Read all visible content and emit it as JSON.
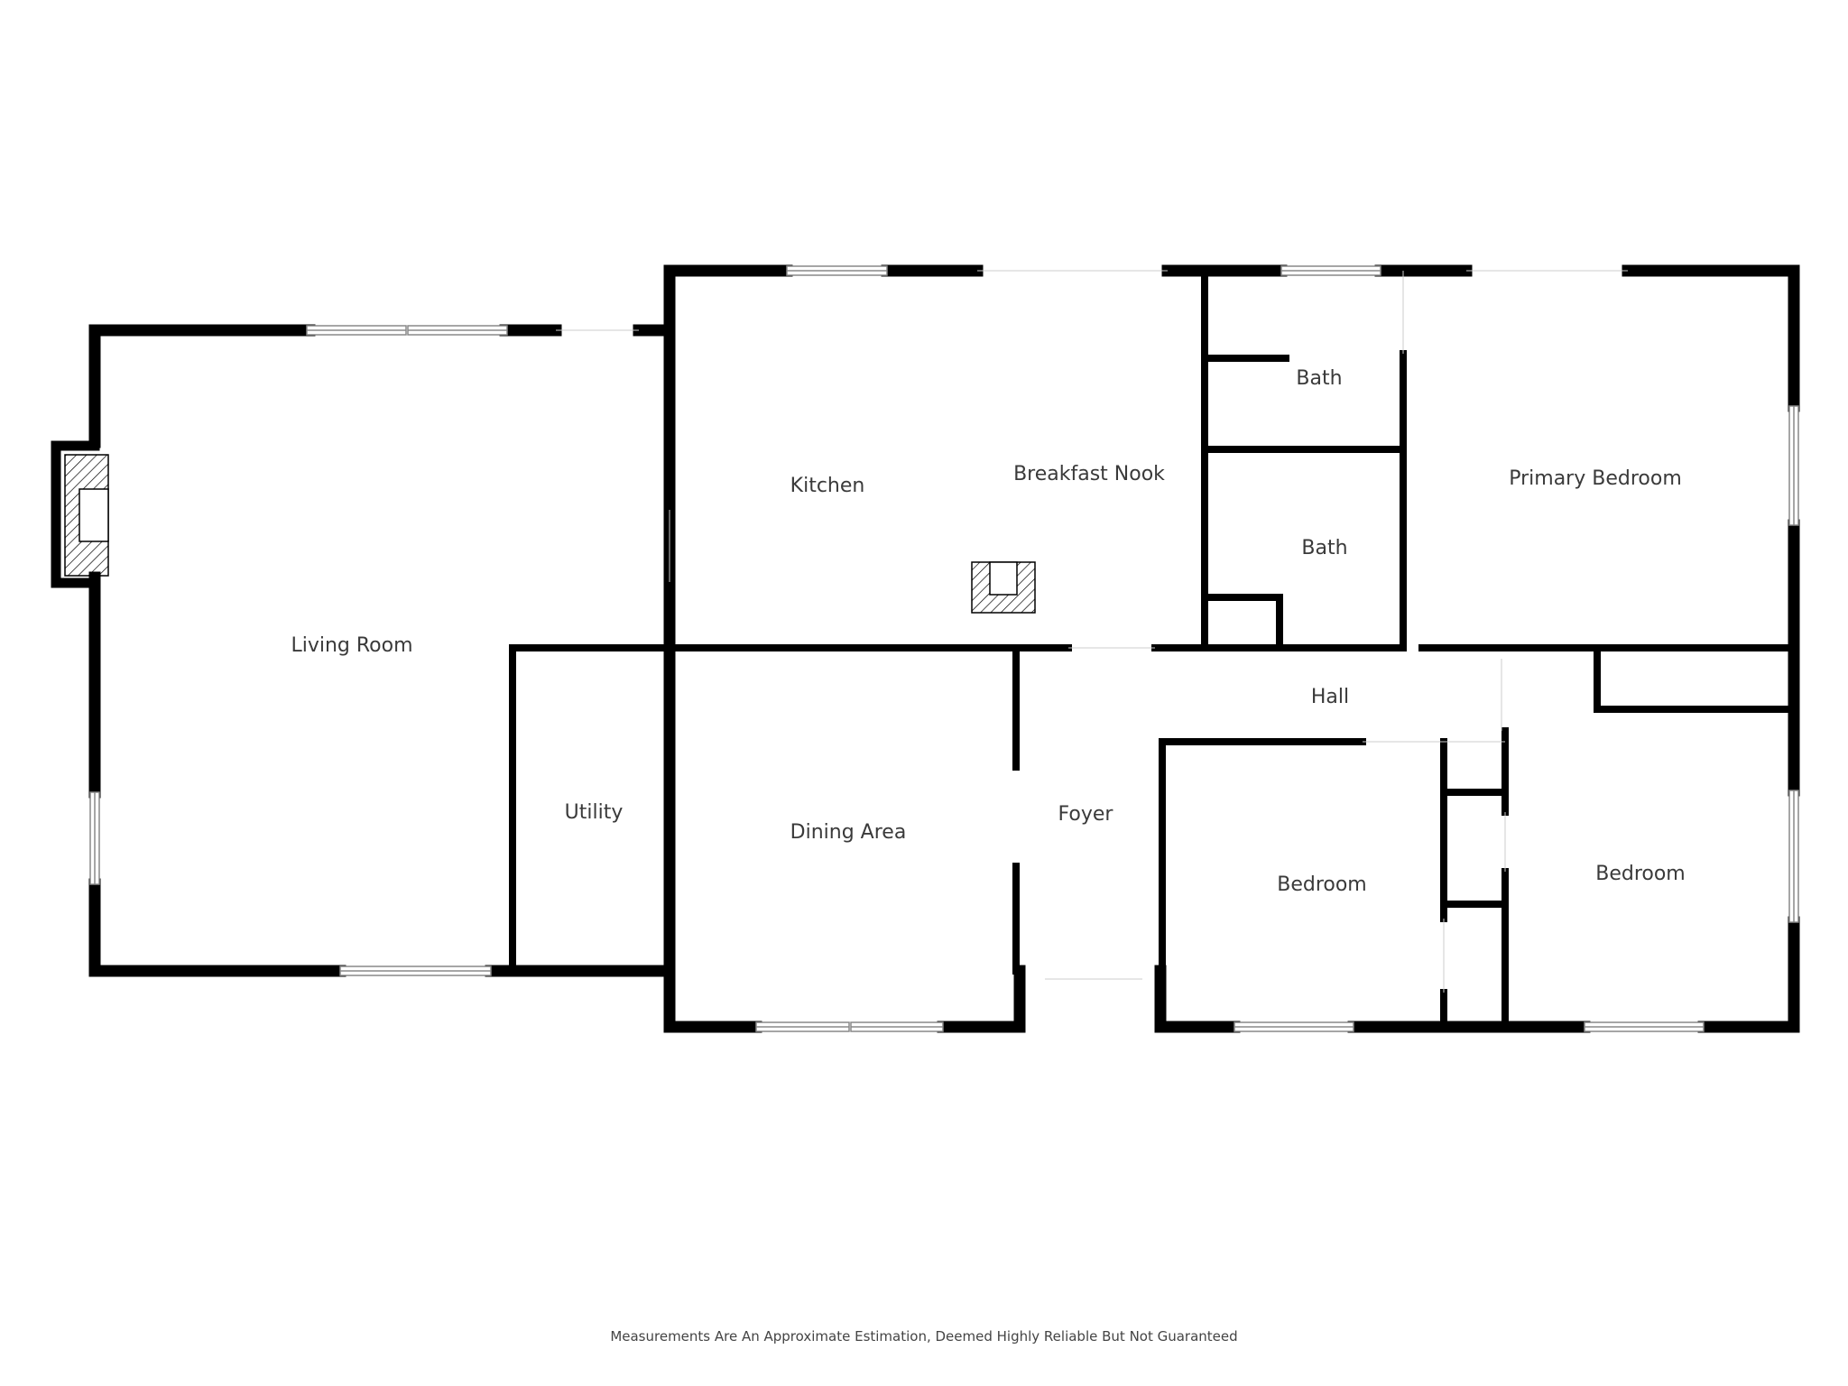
{
  "rooms": {
    "living_room": "Living Room",
    "kitchen": "Kitchen",
    "breakfast_nook": "Breakfast Nook",
    "bath_upper": "Bath",
    "bath_lower": "Bath",
    "primary_bedroom": "Primary Bedroom",
    "utility": "Utility",
    "dining_area": "Dining Area",
    "foyer": "Foyer",
    "hall": "Hall",
    "bedroom_center": "Bedroom",
    "bedroom_right": "Bedroom"
  },
  "disclaimer": "Measurements Are An Approximate Estimation, Deemed Highly Reliable But Not Guaranteed",
  "colors": {
    "wall": "#000000",
    "label": "#3a3a3a",
    "window_frame": "#888888",
    "background": "#ffffff"
  }
}
